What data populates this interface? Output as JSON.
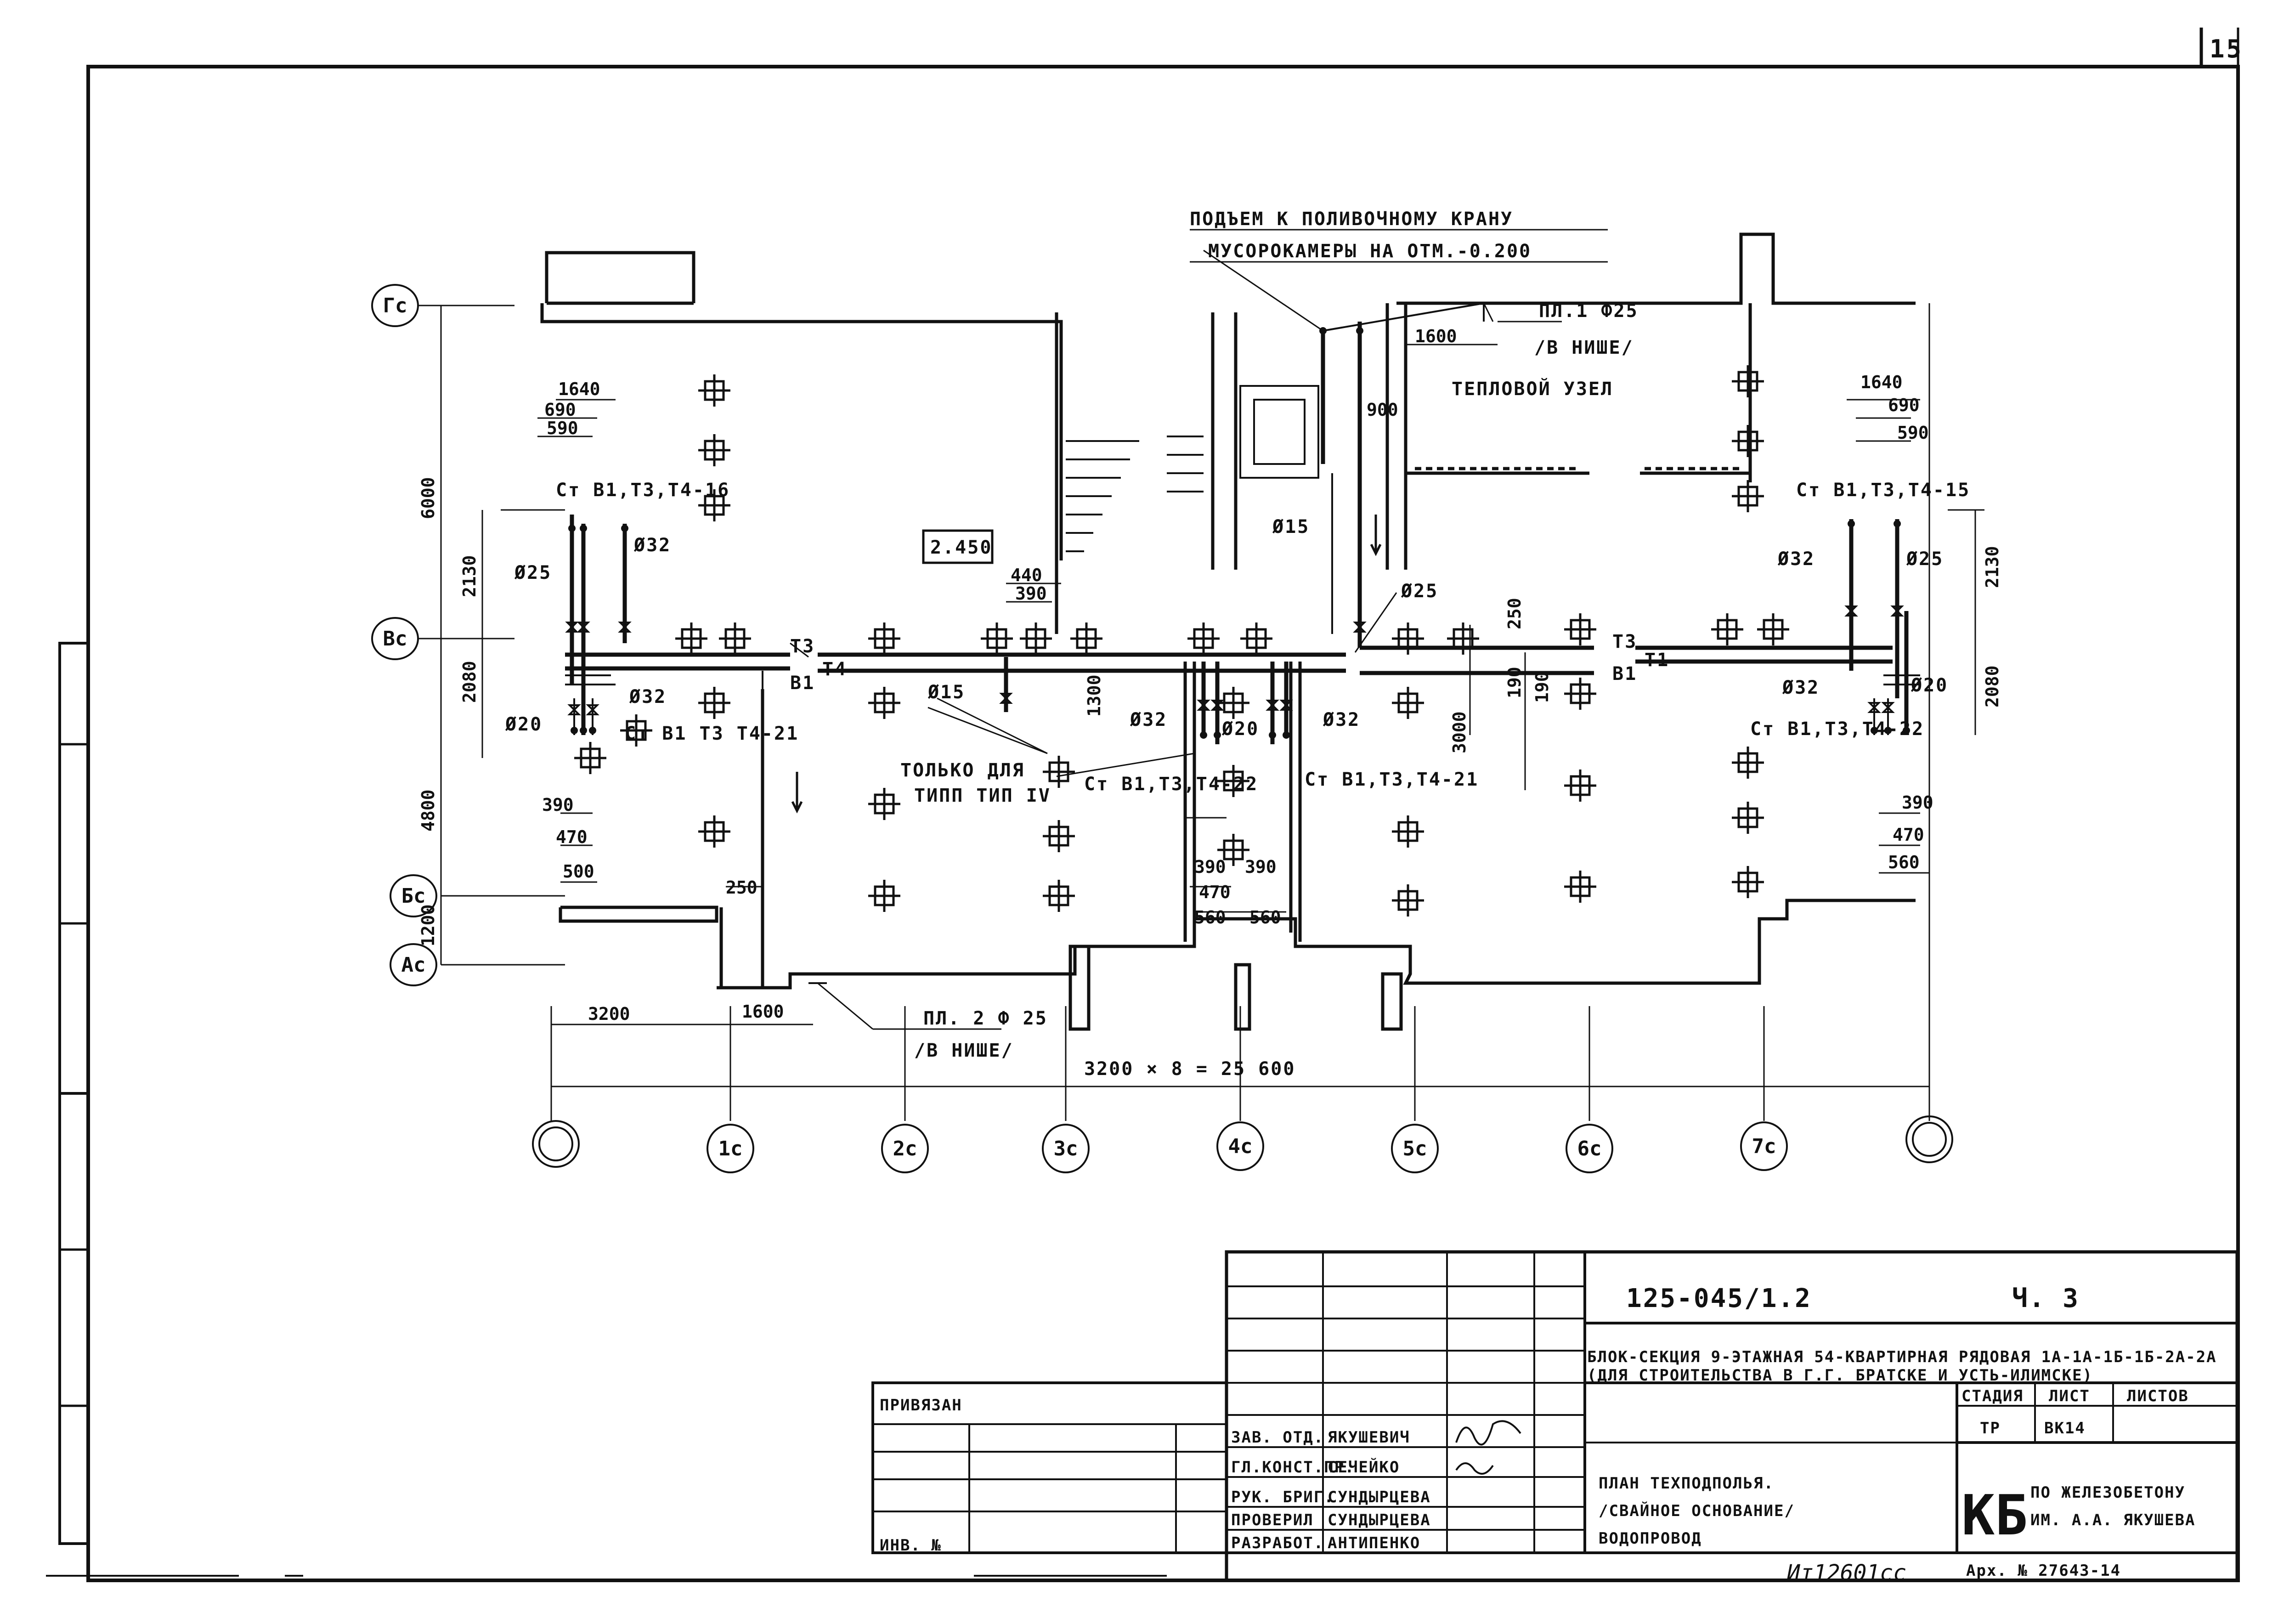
{
  "sheet_corner_number": "15",
  "annotations": {
    "riser_to_hose": "ПОДЪЕМ К ПОЛИВОЧНОМУ КРАНУ",
    "riser_to_hose_2": "МУСОРОКАМЕРЫ НА ОТМ.-0.200",
    "tap1": "ПЛ.1 Ф25",
    "tap1_niche": "/В НИШЕ/",
    "heat_node": "ТЕПЛОВОЙ УЗЕЛ",
    "elevation": "2.450",
    "type_note_1": "ТОЛЬКО ДЛЯ",
    "type_note_2": "ТИПП ТИП IV",
    "tap2": "ПЛ. 2 Ф 25",
    "tap2_niche": "/В НИШЕ/",
    "overall_dim": "3200 × 8 = 25 600"
  },
  "risers": {
    "left_top": "Ст В1,Т3,Т4-16",
    "left_bottom": "Ст В1 Т3 Т4-21",
    "center_left": "Ст В1,Т3,Т4-22",
    "center_right": "Ст В1,Т3,Т4-21",
    "right_top": "Ст В1,Т3,Т4-15",
    "right_bottom": "Ст В1,Т3,Т4-22"
  },
  "pipe_labels": {
    "t3_left": "Т3",
    "b1_left": "В1",
    "t4": "Т4",
    "t3_right": "Т3",
    "b1_right": "В1",
    "t1": "Т1"
  },
  "diameters": {
    "d25_left": "Ø25",
    "d32_left_top": "Ø32",
    "d32_left_mid": "Ø32",
    "d20_left": "Ø20",
    "d15_center": "Ø15",
    "d32_center_l": "Ø32",
    "d20_center": "Ø20",
    "d32_center_r": "Ø32",
    "d15_stair": "Ø15",
    "d25_mid": "Ø25",
    "d32_right_top": "Ø32",
    "d25_right": "Ø25",
    "d32_right_mid": "Ø32",
    "d20_right": "Ø20"
  },
  "dimensions": {
    "l_1640": "1640",
    "l_690": "690",
    "l_590": "590",
    "l_6000": "6000",
    "l_2130": "2130",
    "l_2080": "2080",
    "l_4800": "4800",
    "l_1200": "1200",
    "l_390": "390",
    "l_470": "470",
    "l_500": "500",
    "l_250_low": "250",
    "l_3200": "3200",
    "l_1600_low": "1600",
    "c_440": "440",
    "c_390": "390",
    "c_1300": "1300",
    "c_390a": "390",
    "c_390b": "390",
    "c_470": "470",
    "c_560a": "560",
    "c_560b": "560",
    "m_1600": "1600",
    "m_900": "900",
    "m_250": "250",
    "m_190a": "190",
    "m_190b": "190",
    "m_3000": "3000",
    "r_1640": "1640",
    "r_690": "690",
    "r_590": "590",
    "r_2130": "2130",
    "r_2080": "2080",
    "r_390": "390",
    "r_470": "470",
    "r_560": "560"
  },
  "axes": {
    "rows": [
      "Гс",
      "Вс",
      "Бс",
      "Ас"
    ],
    "columns": [
      "",
      "1с",
      "2с",
      "3с",
      "4с",
      "5с",
      "6с",
      "7с",
      ""
    ]
  },
  "title_block": {
    "code": "125-045/1.2",
    "part": "Ч. 3",
    "project_line1": "БЛОК-СЕКЦИЯ 9-ЭТАЖНАЯ 54-КВАРТИРНАЯ РЯДОВАЯ 1А-1А-1Б-1Б-2А-2А",
    "project_line2": "(ДЛЯ СТРОИТЕЛЬСТВА В Г.Г. БРАТСКЕ И УСТЬ-ИЛИМСКЕ)",
    "stage_h": "СТАДИЯ",
    "sheet_h": "ЛИСТ",
    "sheets_h": "ЛИСТОВ",
    "stage": "ТР",
    "sheet": "ВК14",
    "drawing_title_1": "ПЛАН ТЕХПОДПОЛЬЯ.",
    "drawing_title_2": "/СВАЙНОЕ ОСНОВАНИЕ/",
    "drawing_title_3": "ВОДОПРОВОД",
    "org_mark": "КБ",
    "org_name_1": "ПО ЖЕЛЕЗОБЕТОНУ",
    "org_name_2": "ИМ. А.А. ЯКУШЕВА",
    "bound_label": "ПРИВЯЗАН",
    "inv_label": "ИНВ. №",
    "roles": [
      "ЗАВ. ОТД.",
      "ГЛ.КОНСТ.ПР.",
      "РУК. БРИГ.",
      "ПРОВЕРИЛ",
      "РАЗРАБОТ."
    ],
    "names": [
      "ЯКУШЕВИЧ",
      "СЕЧЕЙКО",
      "СУНДЫРЦЕВА",
      "СУНДЫРЦЕВА",
      "АНТИПЕНКО"
    ],
    "archive": "Арх. № 27643-14",
    "bottom_note": "Ит12601сс"
  }
}
